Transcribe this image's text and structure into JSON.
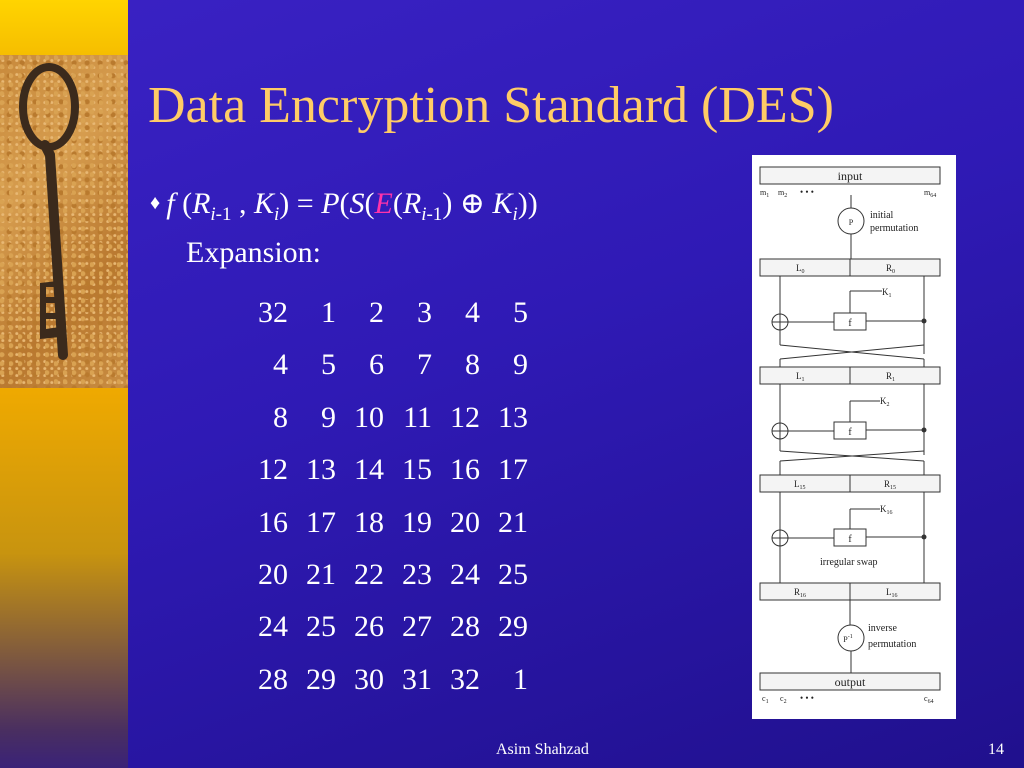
{
  "slide": {
    "title": "Data Encryption Standard (DES)",
    "bullet": "♦",
    "formula": {
      "f": "f",
      "open1": " (",
      "R": "R",
      "i1": "i",
      "minus1": "-1",
      "comma": " , ",
      "K": "K",
      "ki": "i",
      "close_eq": ") = ",
      "P": "P",
      "p1": "(",
      "S": "S",
      "p2": "(",
      "E": "E",
      "p3": "(",
      "R2": "R",
      "i2": "i",
      "minus2": "-1",
      "p4": ") ⊕ ",
      "K2": "K",
      "ki2": "i",
      "p5": "))"
    },
    "expansion_label": "Expansion:",
    "expansion_table": [
      [
        "32",
        "1",
        "2",
        "3",
        "4",
        "5"
      ],
      [
        "4",
        "5",
        "6",
        "7",
        "8",
        "9"
      ],
      [
        "8",
        "9",
        "10",
        "11",
        "12",
        "13"
      ],
      [
        "12",
        "13",
        "14",
        "15",
        "16",
        "17"
      ],
      [
        "16",
        "17",
        "18",
        "19",
        "20",
        "21"
      ],
      [
        "20",
        "21",
        "22",
        "23",
        "24",
        "25"
      ],
      [
        "24",
        "25",
        "26",
        "27",
        "28",
        "29"
      ],
      [
        "28",
        "29",
        "30",
        "31",
        "32",
        "1"
      ]
    ],
    "footer": "Asim Shahzad",
    "page_number": "14",
    "colors": {
      "background": "#3322bb",
      "title": "#ffcc66",
      "text": "#ffffff",
      "accent": "#ff33aa",
      "sidebar": "#f8bb00"
    },
    "image": {
      "description_icon": "old-key-icon"
    },
    "diagram": {
      "input": "input",
      "m1": "m",
      "m1s": "1",
      "m2": "m",
      "m2s": "2",
      "dots_top": "• • •",
      "m64": "m",
      "m64s": "64",
      "ip_circle": "P",
      "ip_label1": "initial",
      "ip_label2": "permutation",
      "L0": "L",
      "L0s": "0",
      "R0": "R",
      "R0s": "0",
      "K1": "K",
      "K1s": "1",
      "f": "f",
      "L1": "L",
      "L1s": "1",
      "R1": "R",
      "R1s": "1",
      "K2": "K",
      "K2s": "2",
      "L15": "L",
      "L15s": "15",
      "R15": "R",
      "R15s": "15",
      "K16": "K",
      "K16s": "16",
      "irregular_swap": "irregular swap",
      "R16": "R",
      "R16s": "16",
      "L16": "L",
      "L16s": "16",
      "fp_circle": "P",
      "fp_sup": "-1",
      "fp_label1": "inverse",
      "fp_label2": "permutation",
      "output": "output",
      "c1": "c",
      "c1s": "1",
      "c2": "c",
      "c2s": "2",
      "dots_bottom": "• • •",
      "c64": "c",
      "c64s": "64"
    }
  }
}
